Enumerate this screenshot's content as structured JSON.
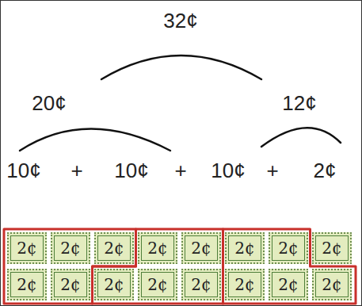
{
  "diagram": {
    "nodes": [
      {
        "text": [
          "2¢"
        ]
      },
      {
        "text": [
          "2¢"
        ]
      },
      {
        "text": [
          "2¢"
        ]
      },
      {
        "text": [
          "2¢"
        ]
      },
      {
        "text": [
          "2¢"
        ]
      },
      {
        "text": [
          "2¢"
        ]
      },
      {
        "text": [
          "2¢"
        ]
      },
      {
        "text": [
          "2¢"
        ]
      },
      {
        "text": [
          "2¢"
        ]
      },
      {
        "text": [
          "2¢"
        ]
      },
      {
        "text": [
          "2¢"
        ]
      },
      {
        "text": [
          "2¢"
        ]
      },
      {
        "text": [
          "2¢"
        ]
      },
      {
        "text": [
          "2¢"
        ]
      },
      {
        "text": [
          "2¢"
        ]
      },
      {
        "text": [
          "2¢"
        ]
      }
    ],
    "labels": [
      "32¢",
      "20¢",
      "12¢",
      "10¢",
      "+",
      "10¢",
      "+",
      "10¢",
      "+",
      "2¢"
    ]
  }
}
